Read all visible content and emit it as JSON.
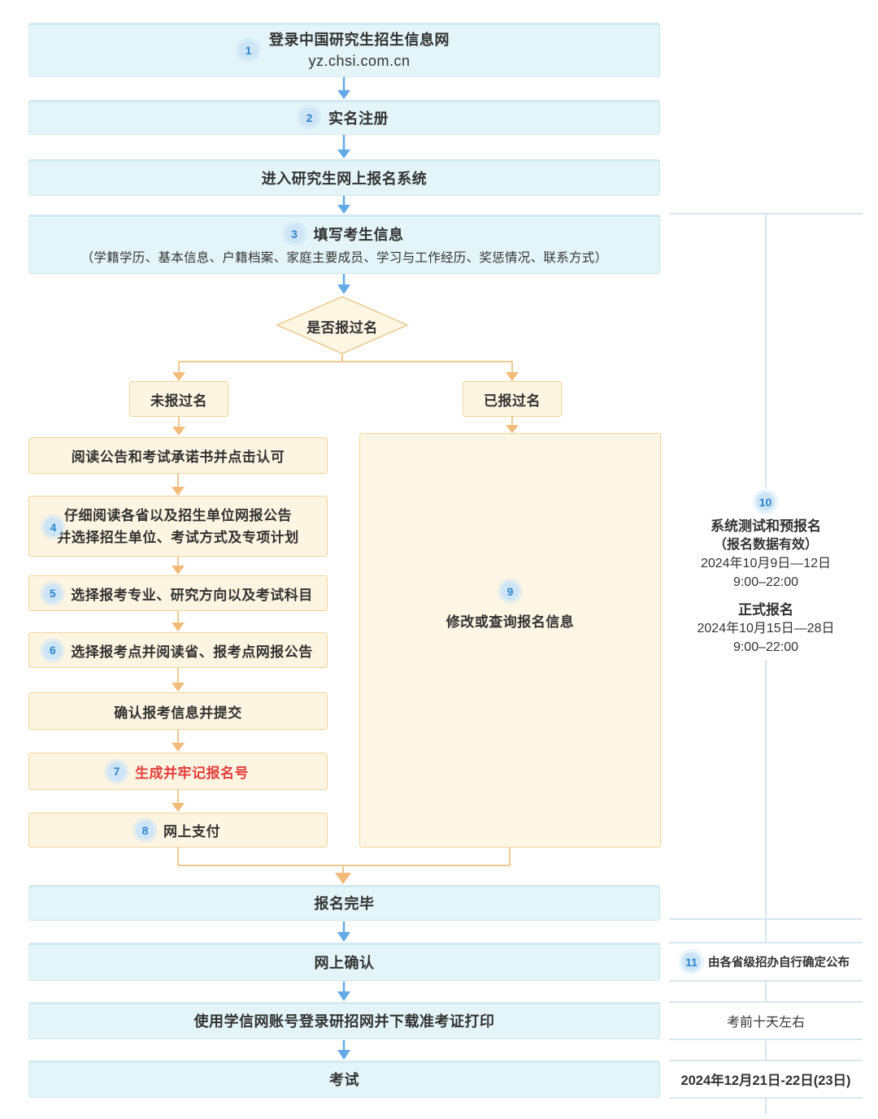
{
  "colors": {
    "blue_box_bg": "#e4f5f9",
    "blue_box_border": "#cfe8f0",
    "yellow_box_bg": "#fdf5e1",
    "yellow_box_border": "#f1d49c",
    "blue_arrow": "#63a9e7",
    "orange_line": "#ecc98f",
    "orange_arrowhead": "#f2bb7a",
    "badge_bg": "#cde5f7",
    "badge_text": "#2d85cd",
    "highlight_red": "#e23c3c",
    "sidebar_line": "#cadfea",
    "text": "#333333"
  },
  "flow": {
    "step1": {
      "badge": "1",
      "title": "登录中国研究生招生信息网",
      "subtitle": "yz.chsi.com.cn"
    },
    "step2": {
      "badge": "2",
      "label": "实名注册"
    },
    "step3": {
      "label": "进入研究生网上报名系统"
    },
    "step4": {
      "badge": "3",
      "label": "填写考生信息",
      "detail": "（学籍学历、基本信息、户籍档案、家庭主要成员、学习与工作经历、奖惩情况、联系方式）"
    },
    "decision": {
      "label": "是否报过名"
    },
    "branch_no": {
      "label": "未报过名"
    },
    "branch_yes": {
      "label": "已报过名"
    },
    "left_steps": [
      {
        "label": "阅读公告和考试承诺书并点击认可"
      },
      {
        "badge": "4",
        "line1": "仔细阅读各省以及招生单位网报公告",
        "line2": "并选择招生单位、考试方式及专项计划"
      },
      {
        "badge": "5",
        "label": "选择报考专业、研究方向以及考试科目"
      },
      {
        "badge": "6",
        "label": "选择报考点并阅读省、报考点网报公告"
      },
      {
        "label": "确认报考信息并提交"
      },
      {
        "badge": "7",
        "label": "生成并牢记报名号"
      },
      {
        "badge": "8",
        "label": "网上支付"
      }
    ],
    "modify_box": {
      "badge": "9",
      "label": "修改或查询报名信息"
    },
    "finish": {
      "label": "报名完毕"
    },
    "confirm": {
      "label": "网上确认"
    },
    "download": {
      "label": "使用学信网账号登录研招网并下载准考证打印"
    },
    "exam": {
      "label": "考试"
    }
  },
  "sidebar": {
    "schedule": {
      "badge": "10",
      "title": "系统测试和预报名",
      "note": "（报名数据有效）",
      "pre_date": "2024年10月9日—12日",
      "pre_time": "9:00–22:00",
      "official_title": "正式报名",
      "official_date": "2024年10月15日—28日",
      "official_time": "9:00–22:00"
    },
    "confirm_note": {
      "badge": "11",
      "label": "由各省级招办自行确定公布"
    },
    "download_note": {
      "label": "考前十天左右"
    },
    "exam_date": {
      "label": "2024年12月21日-22日(23日)"
    }
  }
}
